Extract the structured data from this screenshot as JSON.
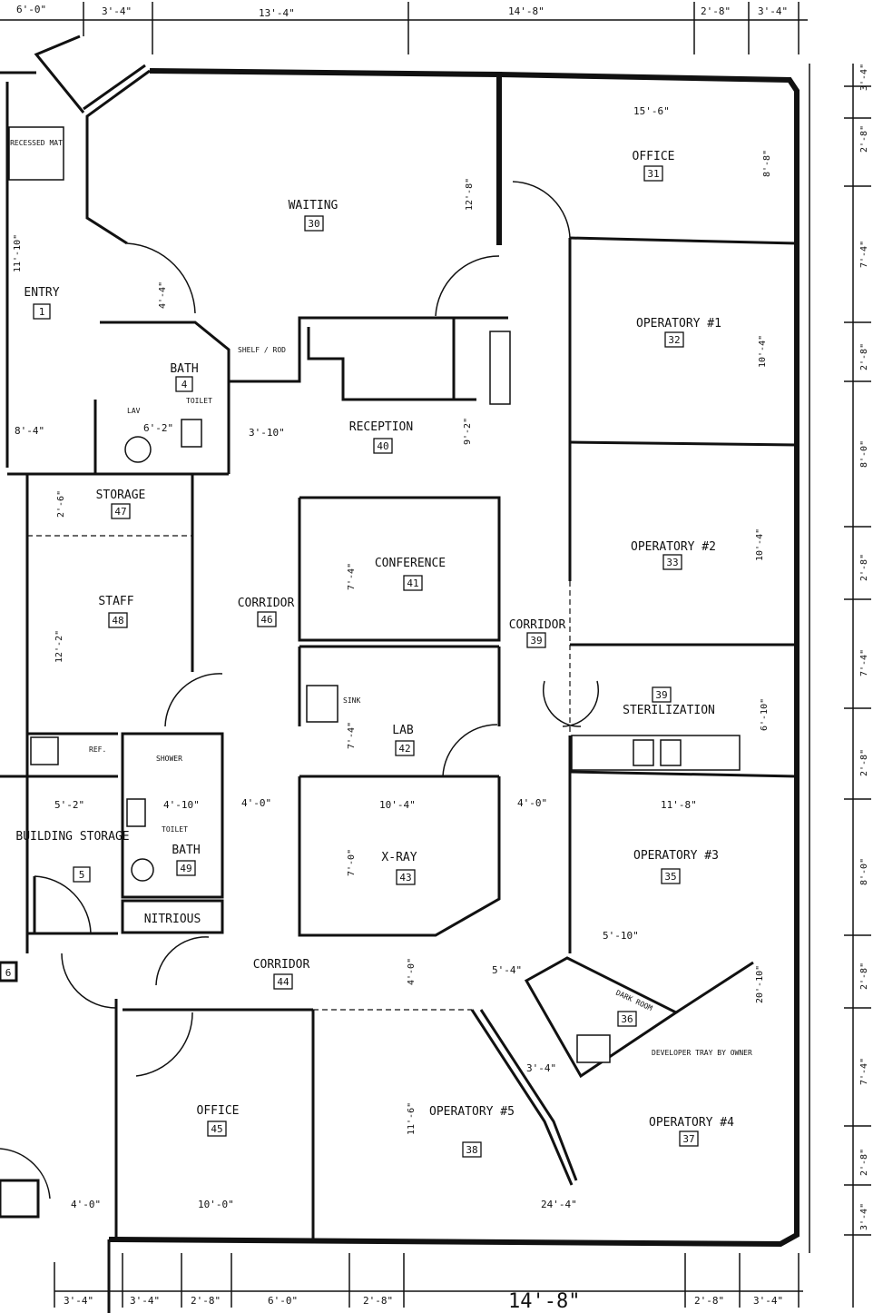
{
  "rooms": [
    {
      "name": "ENTRY",
      "num": "1"
    },
    {
      "name": "BATH",
      "num": "4"
    },
    {
      "name": "BUILDING STORAGE",
      "num": "5"
    },
    {
      "name": "WAITING",
      "num": "30"
    },
    {
      "name": "OFFICE",
      "num": "31"
    },
    {
      "name": "OPERATORY #1",
      "num": "32"
    },
    {
      "name": "OPERATORY #2",
      "num": "33"
    },
    {
      "name": "STERILIZATION",
      "num": "39"
    },
    {
      "name": "OPERATORY #3",
      "num": "35"
    },
    {
      "name": "DARK ROOM",
      "num": "36"
    },
    {
      "name": "OPERATORY #4",
      "num": "37"
    },
    {
      "name": "OPERATORY #5",
      "num": "38"
    },
    {
      "name": "CORRIDOR",
      "num": "39"
    },
    {
      "name": "RECEPTION",
      "num": "40"
    },
    {
      "name": "CONFERENCE",
      "num": "41"
    },
    {
      "name": "LAB",
      "num": "42"
    },
    {
      "name": "X-RAY",
      "num": "43"
    },
    {
      "name": "CORRIDOR",
      "num": "44"
    },
    {
      "name": "OFFICE",
      "num": "45"
    },
    {
      "name": "CORRIDOR",
      "num": "46"
    },
    {
      "name": "STORAGE",
      "num": "47"
    },
    {
      "name": "STAFF",
      "num": "48"
    },
    {
      "name": "BATH",
      "num": "49"
    }
  ],
  "labels": {
    "recessed_mat": "RECESSED MAT",
    "shelf_rod": "SHELF / ROD",
    "lav": "LAV",
    "toilet": "TOILET",
    "sink": "SINK",
    "ref": "REF.",
    "shower": "SHOWER",
    "nitrous": "NITRIOUS",
    "developer_tray": "DEVELOPER TRAY BY OWNER",
    "partial_room": "6"
  },
  "dimensions": {
    "top": [
      "6'-0\"",
      "3'-4\"",
      "13'-4\"",
      "14'-8\"",
      "2'-8\"",
      "3'-4\""
    ],
    "bottom": [
      "3'-4\"",
      "3'-4\"",
      "2'-8\"",
      "6'-0\"",
      "2'-8\"",
      "14'-8\"",
      "2'-8\"",
      "3'-4\""
    ],
    "right": [
      "3'-4\"",
      "2'-8\"",
      "7'-4\"",
      "2'-8\"",
      "8'-0\"",
      "2'-8\"",
      "7'-4\"",
      "2'-8\"",
      "8'-0\"",
      "2'-8\"",
      "7'-4\"",
      "2'-8\"",
      "3'-4\""
    ],
    "interior": {
      "office_width": "15'-6\"",
      "office_depth": "8'-8\"",
      "waiting_depth": "12'-8\"",
      "entry_depth": "11'-10\"",
      "bath_door": "4'-4\"",
      "reception_left": "3'-10\"",
      "reception_depth": "9'-2\"",
      "op1_depth": "10'-4\"",
      "op2_depth": "10'-4\"",
      "conference_depth": "7'-4\"",
      "sterilization_depth": "6'-10\"",
      "storage_depth": "2'-6\"",
      "staff_depth": "12'-2\"",
      "lab_depth": "7'-4\"",
      "bath_lav": "6'-2\"",
      "entry_width": "8'-4\"",
      "building_storage_width": "5'-2\"",
      "bath_width": "4'-10\"",
      "corridor_width_a": "4'-0\"",
      "xray_width": "10'-4\"",
      "corridor_width_b": "4'-0\"",
      "op3_width": "11'-8\"",
      "op3_angle": "5'-10\"",
      "darkroom_angle": "5'-4\"",
      "darkroom_side": "3'-4\"",
      "op4_depth": "20'-10\"",
      "xray_depth": "7'-0\"",
      "corridor44_depth": "4'-0\"",
      "op5_depth": "11'-6\"",
      "office45_width": "10'-0\"",
      "office45_left": "4'-0\"",
      "op5_width": "24'-4\""
    }
  }
}
